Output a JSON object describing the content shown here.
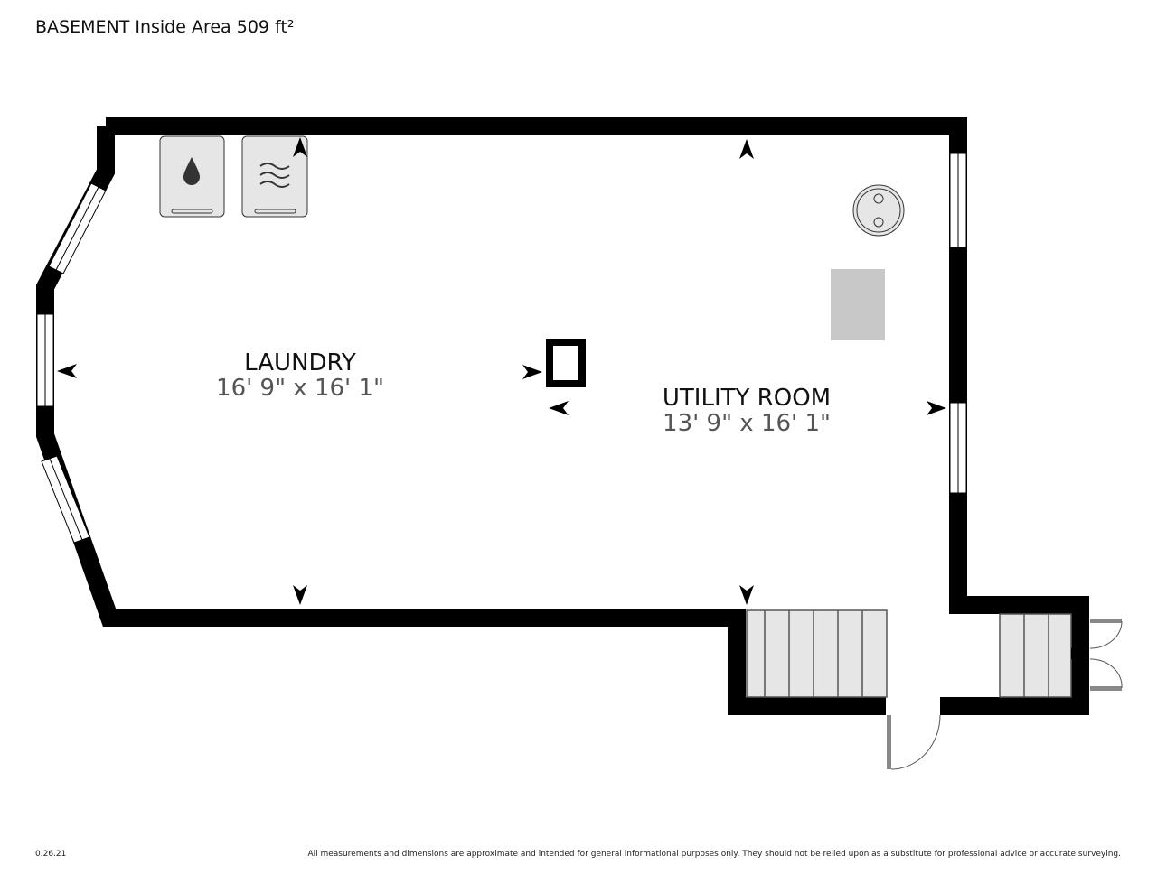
{
  "header": {
    "title": "BASEMENT Inside Area 509 ft²"
  },
  "rooms": [
    {
      "name": "LAUNDRY",
      "dimensions": "16' 9\" x 16' 1\""
    },
    {
      "name": "UTILITY ROOM",
      "dimensions": "13' 9\" x 16' 1\""
    }
  ],
  "footer": {
    "version": "0.26.21",
    "disclaimer": "All measurements and dimensions are approximate and intended for general informational purposes only. They should not be relied upon as a substitute for professional advice or accurate surveying."
  },
  "icons": [
    "washer-icon",
    "dryer-icon",
    "water-heater-icon",
    "stairs-icon",
    "door-icon",
    "window-icon",
    "dimension-arrow-icon"
  ]
}
